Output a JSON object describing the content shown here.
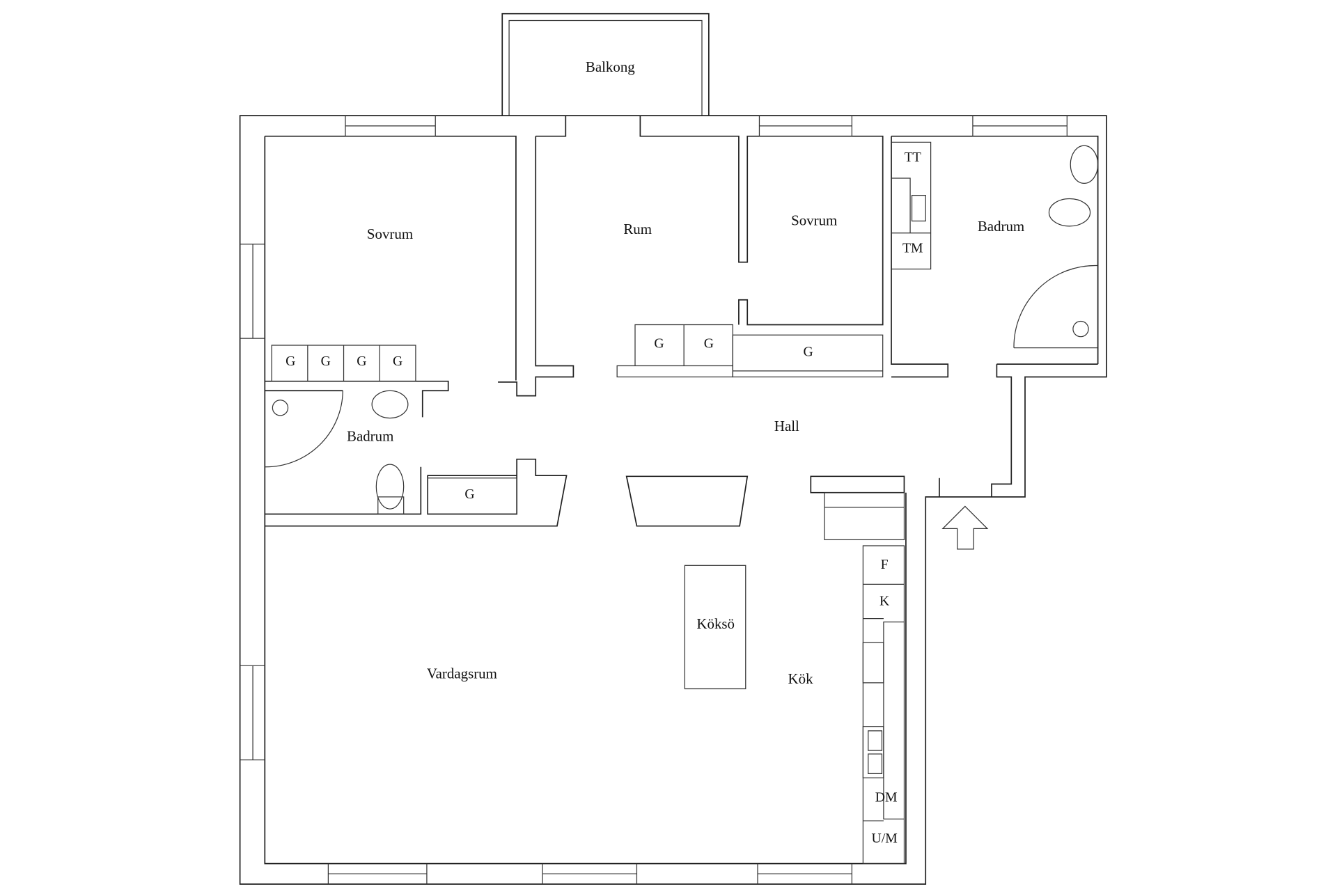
{
  "rooms": {
    "balcony": "Balkong",
    "bedroom_left": "Sovrum",
    "room": "Rum",
    "bedroom_mid": "Sovrum",
    "bathroom_right": "Badrum",
    "bathroom_left": "Badrum",
    "hall": "Hall",
    "living_room": "Vardagsrum",
    "kitchen_island": "Köksö",
    "kitchen": "Kök"
  },
  "fixtures": {
    "wardrobes_left": [
      "G",
      "G",
      "G",
      "G"
    ],
    "wardrobes_mid": [
      "G",
      "G",
      "G"
    ],
    "wardrobe_bath": "G",
    "dryer": "TT",
    "washer": "TM",
    "freezer": "F",
    "fridge": "K",
    "dishwasher": "DM",
    "oven_micro": "U/M"
  }
}
